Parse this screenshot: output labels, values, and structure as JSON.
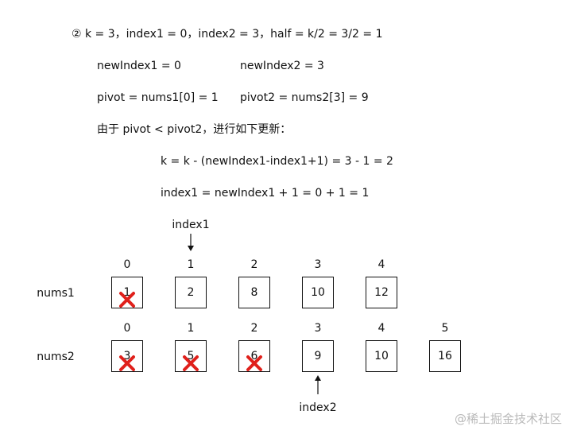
{
  "step": {
    "line1": "② k = 3，index1 = 0，index2 = 3，half = k/2 = 3/2 = 1",
    "newIndex1": "newIndex1 = 0",
    "newIndex2": "newIndex2 = 3",
    "pivot1": "pivot = nums1[0] = 1",
    "pivot2": "pivot2 = nums2[3] = 9",
    "because": "由于 pivot < pivot2，进行如下更新：",
    "update_k": "k = k - (newIndex1-index1+1) = 3 - 1 = 2",
    "update_index1": "index1 = newIndex1 + 1 = 0 + 1 = 1"
  },
  "pointers": {
    "index1": "index1",
    "index2": "index2"
  },
  "arrays": {
    "nums1": {
      "label": "nums1",
      "indices": [
        "0",
        "1",
        "2",
        "3",
        "4"
      ],
      "values": [
        "1",
        "2",
        "8",
        "10",
        "12"
      ],
      "crossed": [
        true,
        false,
        false,
        false,
        false
      ]
    },
    "nums2": {
      "label": "nums2",
      "indices": [
        "0",
        "1",
        "2",
        "3",
        "4",
        "5"
      ],
      "values": [
        "3",
        "5",
        "6",
        "9",
        "10",
        "16"
      ],
      "crossed": [
        true,
        true,
        true,
        false,
        false,
        false
      ]
    }
  },
  "colors": {
    "cross": "#e0201b",
    "line": "#111111",
    "watermark": "#b9b9b9"
  },
  "watermark": "@稀土掘金技术社区"
}
